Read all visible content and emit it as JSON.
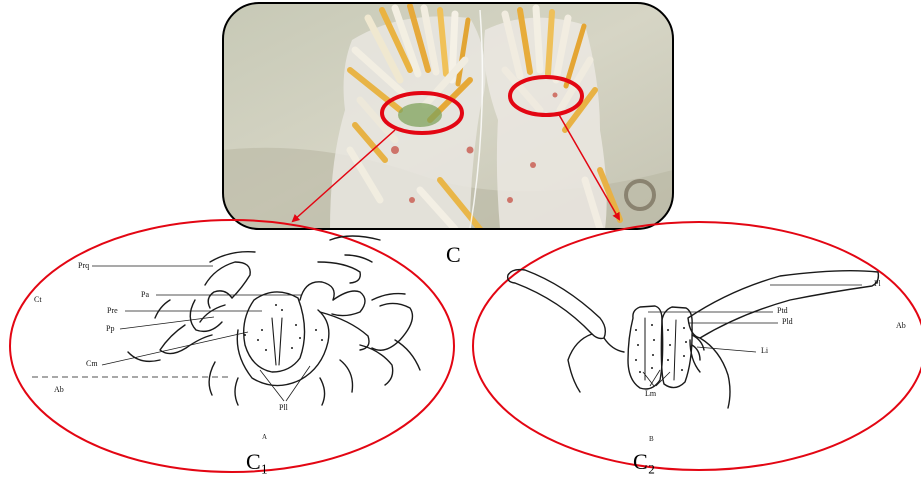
{
  "figure": {
    "photo_label": "C",
    "left_panel": {
      "caption": "C₁",
      "sublabel": "A",
      "labels": {
        "prq": "Prq",
        "ct": "Ct",
        "pa": "Pa",
        "pre": "Pre",
        "pp": "Pp",
        "cm": "Cm",
        "ab": "Ab",
        "pll": "Pll"
      }
    },
    "right_panel": {
      "caption": "C₂",
      "sublabel": "B",
      "labels": {
        "pl": "Pl",
        "ab": "Ab",
        "ptd": "Ptd",
        "pld": "Pld",
        "li": "Li",
        "lm": "Lm"
      }
    },
    "colors": {
      "highlight": "#e30613",
      "photo_frame": "#000000",
      "drawing_ink": "#1a1a1a"
    }
  }
}
